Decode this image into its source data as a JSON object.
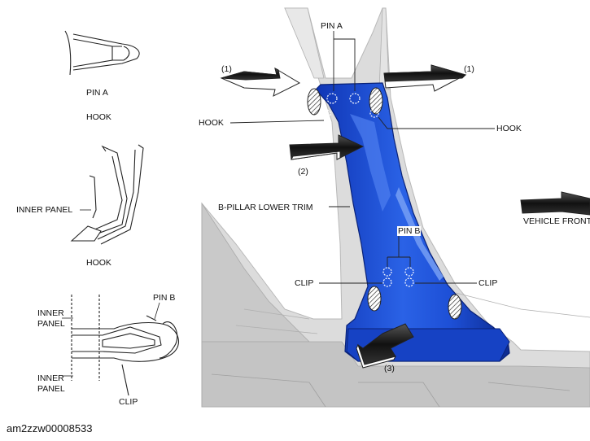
{
  "left_panel": {
    "pin_a_label": "PIN A",
    "hook_label_top": "HOOK",
    "inner_panel_label": "INNER PANEL",
    "hook_label_mid": "HOOK",
    "pin_b_label": "PIN B",
    "inner_panel_upper_line1": "INNER",
    "inner_panel_upper_line2": "PANEL",
    "inner_panel_lower_line1": "INNER",
    "inner_panel_lower_line2": "PANEL",
    "clip_label": "CLIP"
  },
  "main_view": {
    "pin_a_label": "PIN A",
    "step1_left": "(1)",
    "step1_right": "(1)",
    "hook_left": "HOOK",
    "hook_right": "HOOK",
    "step2": "(2)",
    "trim_label": "B-PILLAR LOWER TRIM",
    "vehicle_front": "VEHICLE FRONT",
    "pin_b_label": "PIN B",
    "clip_left": "CLIP",
    "clip_right": "CLIP",
    "step3": "(3)"
  },
  "figure_code": "am2zzw00008533",
  "colors": {
    "trim_blue": "#1d4fd6",
    "trim_blue_dark": "#0f2f9e",
    "trim_highlight": "#6f95f0",
    "body_gray": "#d9d9d9"
  }
}
